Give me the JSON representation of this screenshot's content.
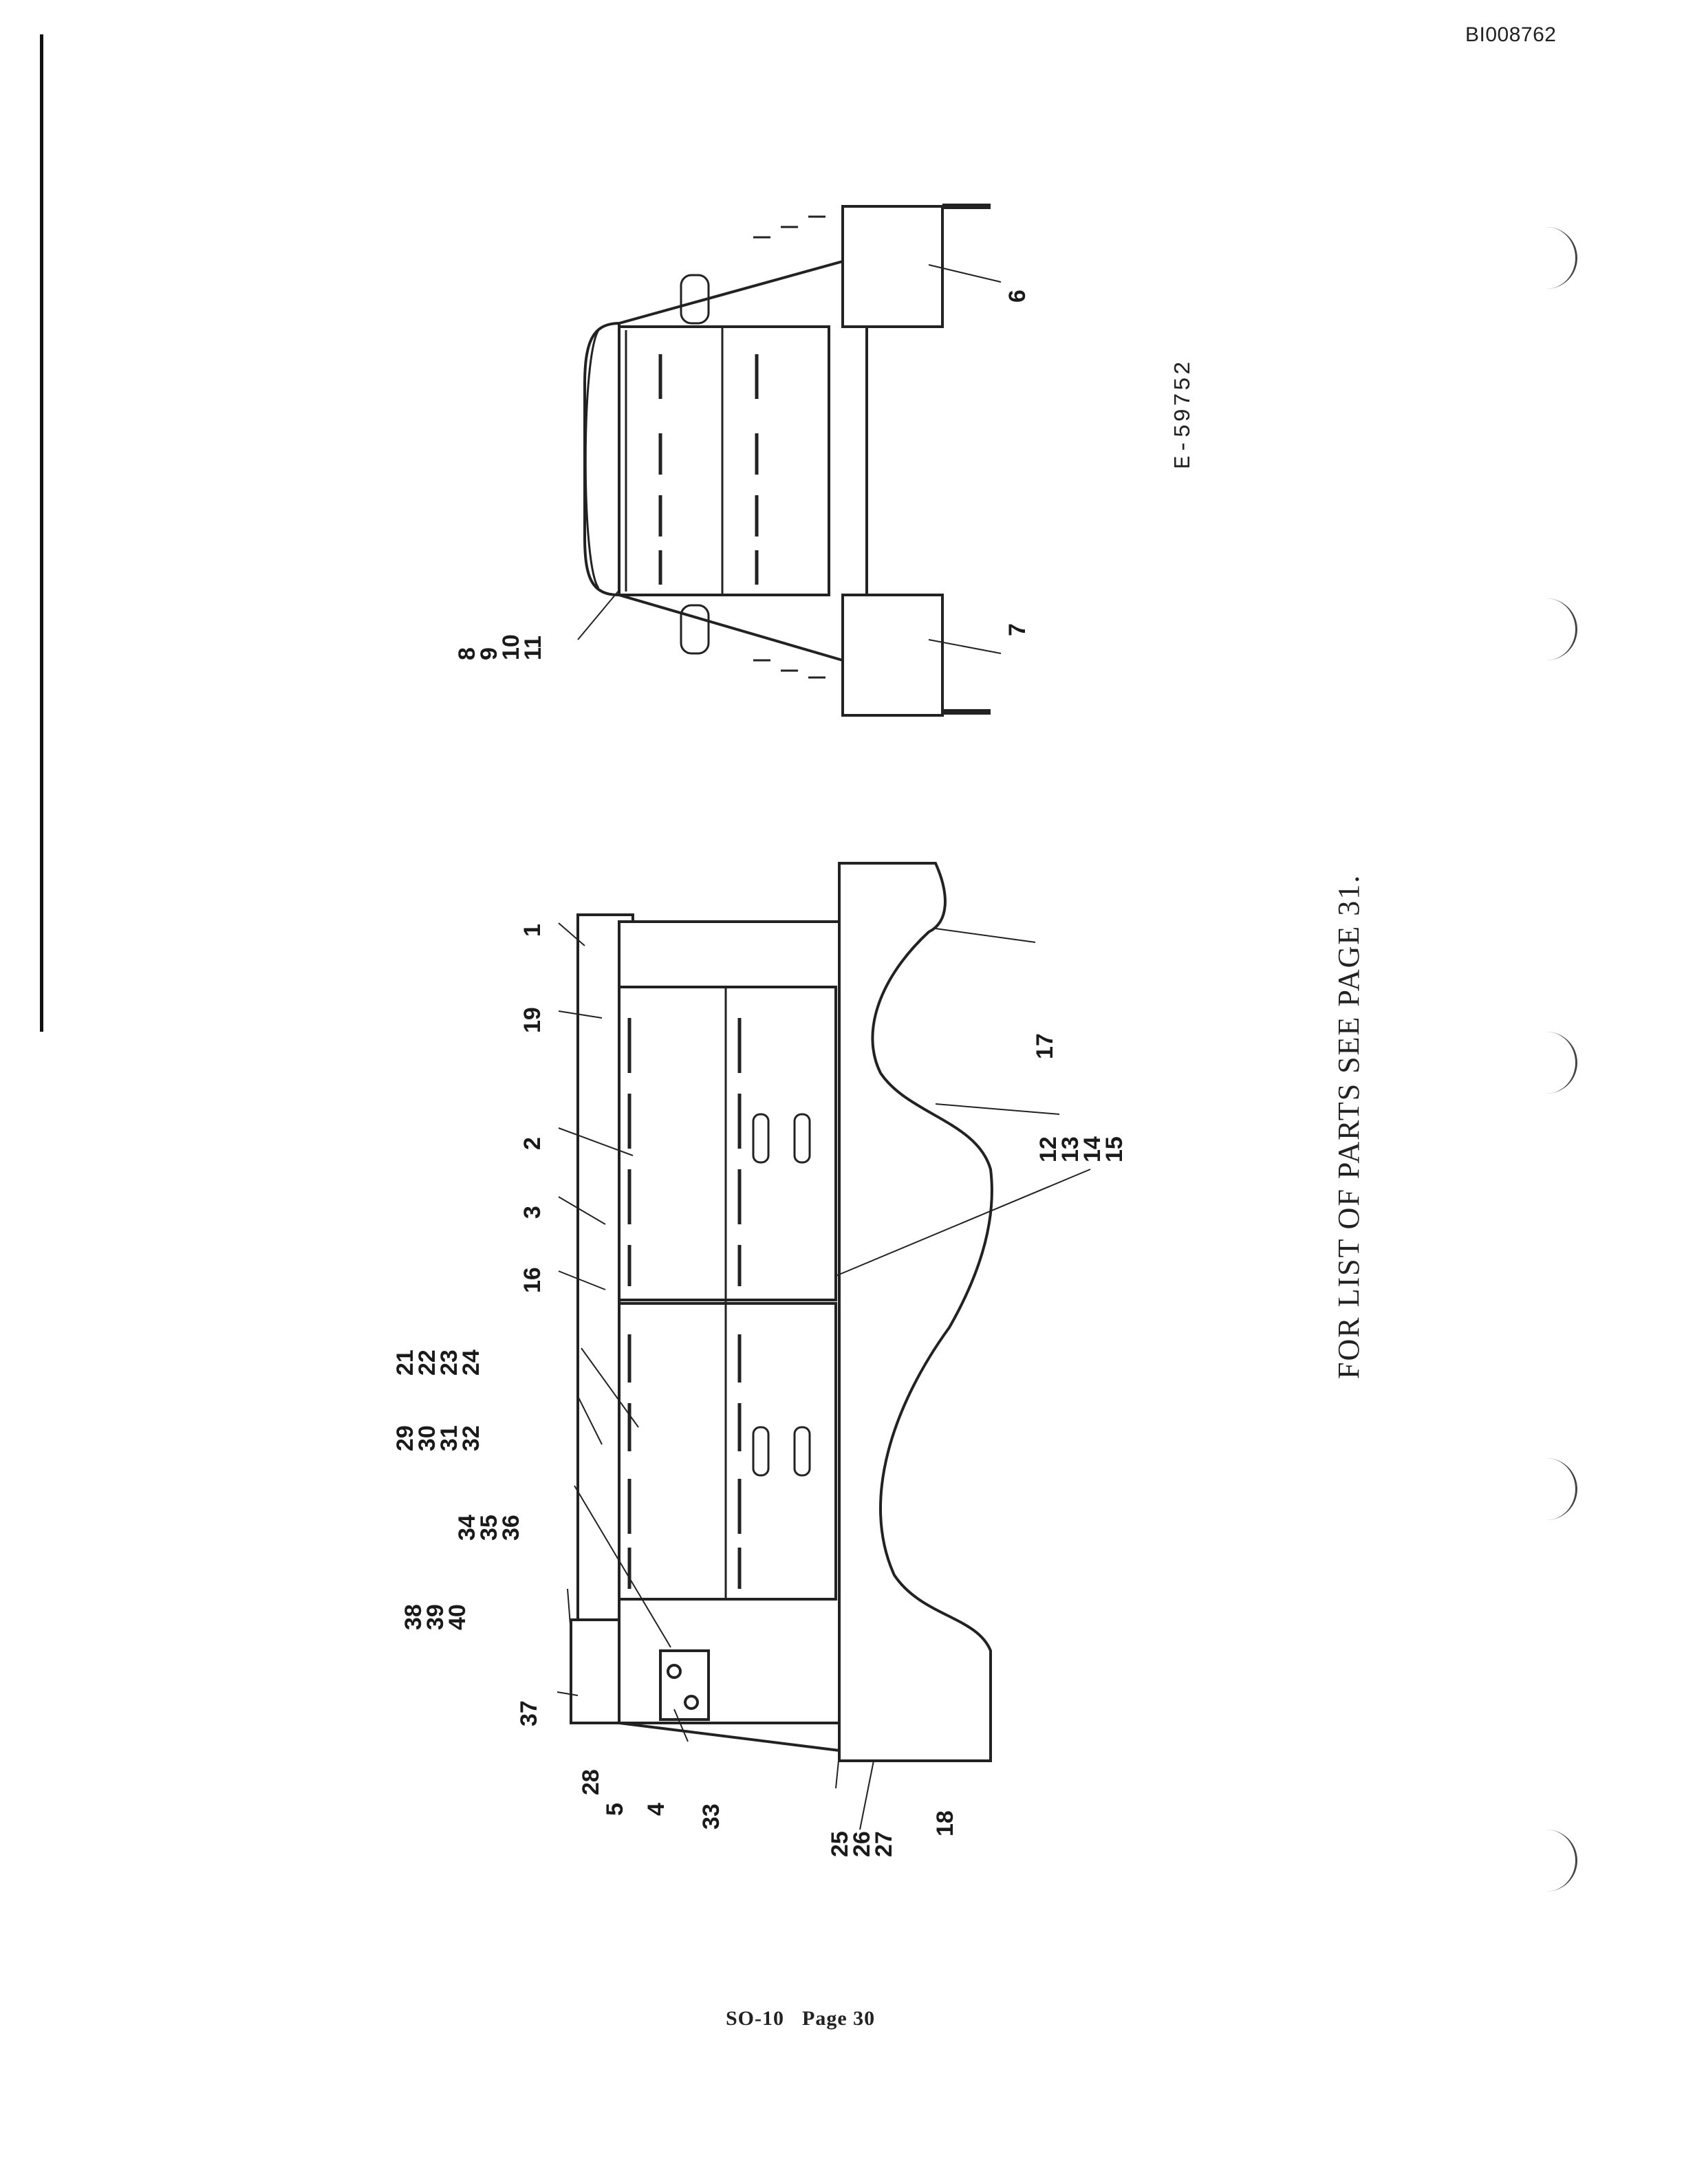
{
  "header": {
    "document_id": "BI008762"
  },
  "drawing": {
    "number": "E-59752",
    "parts_note": "FOR LIST OF PARTS SEE PAGE 31.",
    "callouts_side_view": [
      {
        "id": "c1",
        "labels": [
          "1"
        ]
      },
      {
        "id": "c19",
        "labels": [
          "19"
        ]
      },
      {
        "id": "c2",
        "labels": [
          "2"
        ]
      },
      {
        "id": "c3",
        "labels": [
          "3"
        ]
      },
      {
        "id": "c16",
        "labels": [
          "16"
        ]
      },
      {
        "id": "c21",
        "labels": [
          "21",
          "22",
          "23",
          "24"
        ]
      },
      {
        "id": "c29",
        "labels": [
          "29",
          "30",
          "31",
          "32"
        ]
      },
      {
        "id": "c34",
        "labels": [
          "34",
          "35",
          "36"
        ]
      },
      {
        "id": "c38",
        "labels": [
          "38",
          "39",
          "40"
        ]
      },
      {
        "id": "c37",
        "labels": [
          "37"
        ]
      },
      {
        "id": "c28",
        "labels": [
          "28"
        ]
      },
      {
        "id": "c5",
        "labels": [
          "5"
        ]
      },
      {
        "id": "c4",
        "labels": [
          "4"
        ]
      },
      {
        "id": "c33",
        "labels": [
          "33"
        ]
      },
      {
        "id": "c25",
        "labels": [
          "25",
          "26",
          "27"
        ]
      },
      {
        "id": "c18",
        "labels": [
          "18"
        ]
      },
      {
        "id": "c17",
        "labels": [
          "17"
        ]
      },
      {
        "id": "c12",
        "labels": [
          "12",
          "13",
          "14",
          "15"
        ]
      }
    ],
    "callouts_end_view": [
      {
        "id": "c8",
        "labels": [
          "8",
          "9",
          "10",
          "11"
        ]
      },
      {
        "id": "c7",
        "labels": [
          "7"
        ]
      },
      {
        "id": "c6",
        "labels": [
          "6"
        ]
      }
    ]
  },
  "footer": {
    "doc": "SO-10",
    "page": "Page 30"
  }
}
